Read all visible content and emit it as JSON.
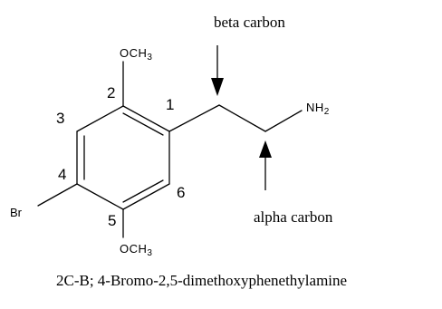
{
  "annotations": {
    "beta": "beta carbon",
    "alpha": "alpha carbon"
  },
  "caption": "2C-B; 4-Bromo-2,5-dimethoxyphenethylamine",
  "atom_numbers": {
    "n1": "1",
    "n2": "2",
    "n3": "3",
    "n4": "4",
    "n5": "5",
    "n6": "6"
  },
  "substituents": {
    "top_group": "OCH",
    "top_group_sub": "3",
    "bottom_group": "OCH",
    "bottom_group_sub": "3",
    "bromine": "Br",
    "amine": "NH",
    "amine_sub": "2"
  }
}
